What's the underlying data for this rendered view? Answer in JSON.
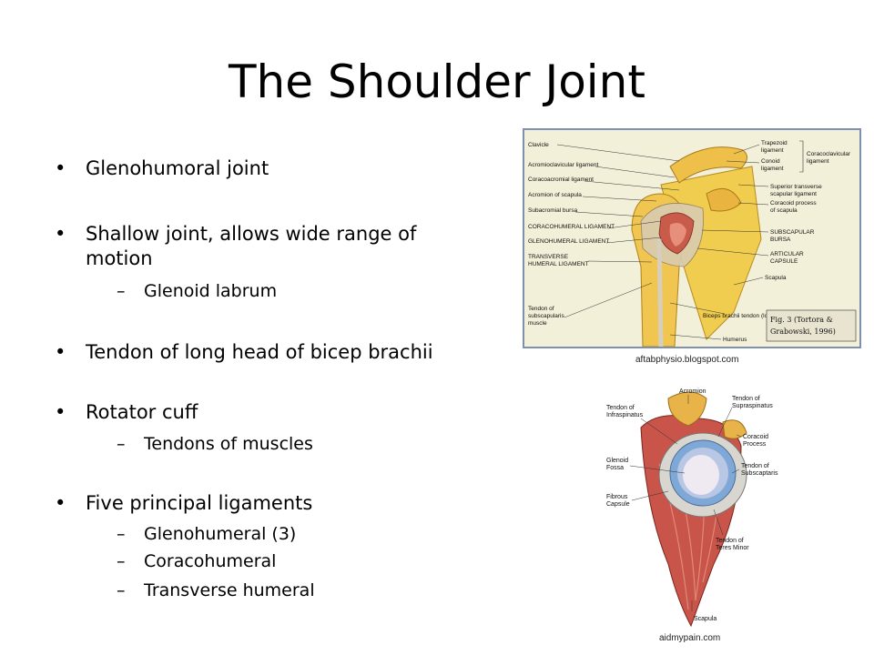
{
  "slide": {
    "title": "The Shoulder Joint",
    "bullet_glyph": "•",
    "dash_glyph": "–",
    "bullets": [
      {
        "text": "Glenohumoral  joint"
      },
      {
        "text": "Shallow joint, allows wide range of motion",
        "subs": [
          "Glenoid labrum"
        ]
      },
      {
        "text": "Tendon of long head of bicep brachii"
      },
      {
        "text": "Rotator cuff",
        "subs": [
          "Tendons of muscles"
        ]
      },
      {
        "text": "Five principal ligaments",
        "subs": [
          "Glenohumeral (3)",
          "Coracohumeral",
          "Transverse humeral"
        ]
      }
    ]
  },
  "figure_top": {
    "credit": "aftabphysio.blogspot.com",
    "caption_line1": "Fig. 3 (Tortora &",
    "caption_line2": "Grabowski, 1996)",
    "labels_left": [
      "Clavicle",
      "Acromioclavicular ligament",
      "Coracoacromial ligament",
      "Acromion of scapula",
      "Subacromial bursa",
      "CORACOHUMERAL LIGAMENT",
      "GLENOHUMERAL LIGAMENT",
      "TRANSVERSE",
      "HUMERAL LIGAMENT",
      "Tendon of",
      "subscapularis",
      "muscle"
    ],
    "labels_right": [
      "Trapezoid",
      "ligament",
      "Conoid",
      "ligament",
      "Coracoclavicular",
      "ligament",
      "Superior transverse",
      "scapular ligament",
      "Coracoid process",
      "of scapula",
      "SUBSCAPULAR",
      "BURSA",
      "ARTICULAR",
      "CAPSULE",
      "Scapula",
      "Biceps brachii tendon (long head)",
      "Humerus"
    ]
  },
  "figure_bottom": {
    "credit": "aidmypain.com",
    "labels": [
      "Acromion",
      "Tendon of",
      "Infraspinatus",
      "Tendon of",
      "Supraspinatus",
      "Coracoid",
      "Process",
      "Glenoid",
      "Fossa",
      "Tendon of",
      "Subscaptaris",
      "Fibrous",
      "Capsule",
      "Tendon of",
      "Teres Minor",
      "Scapula"
    ]
  },
  "colors": {
    "bone": "#e8b84a",
    "muscle": "#c8564a",
    "ligament": "#cfc6b0",
    "frame": "#7f8fb0"
  }
}
